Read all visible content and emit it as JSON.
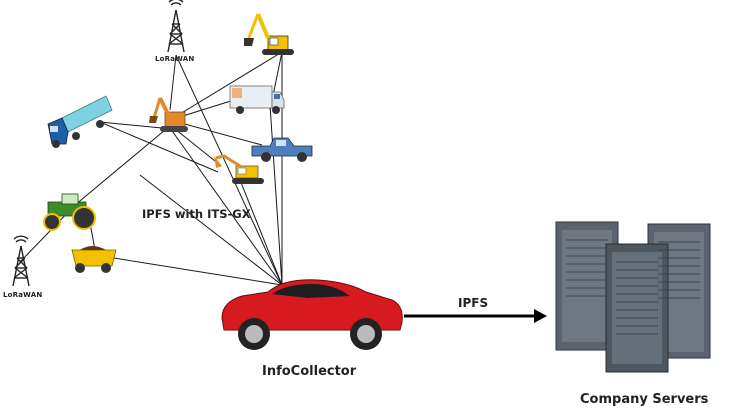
{
  "network_label": "IPFS with ITS-GX",
  "link_label": "IPFS",
  "collector_label": "InfoCollector",
  "servers_label": "Company Servers",
  "tower_top_label": "LoRaWAN",
  "tower_left_label": "LoRaWAN",
  "colors": {
    "line": "#1a1a1a",
    "car_body": "#d71920",
    "truck_cab": "#1f5fa8",
    "truck_trailer": "#7fd3e0",
    "excavator": "#e28a2b",
    "bulldozer": "#f2c200",
    "pickup": "#4d7fbf",
    "tractor": "#3f8a2a",
    "dump_truck": "#f2c200",
    "server": "#5a636e"
  },
  "icons": [
    "lorawan-tower-icon",
    "excavator-icon",
    "delivery-van-icon",
    "pickup-truck-icon",
    "semi-truck-icon",
    "tractor-icon",
    "dump-truck-icon",
    "car-icon",
    "server-rack-icon"
  ]
}
